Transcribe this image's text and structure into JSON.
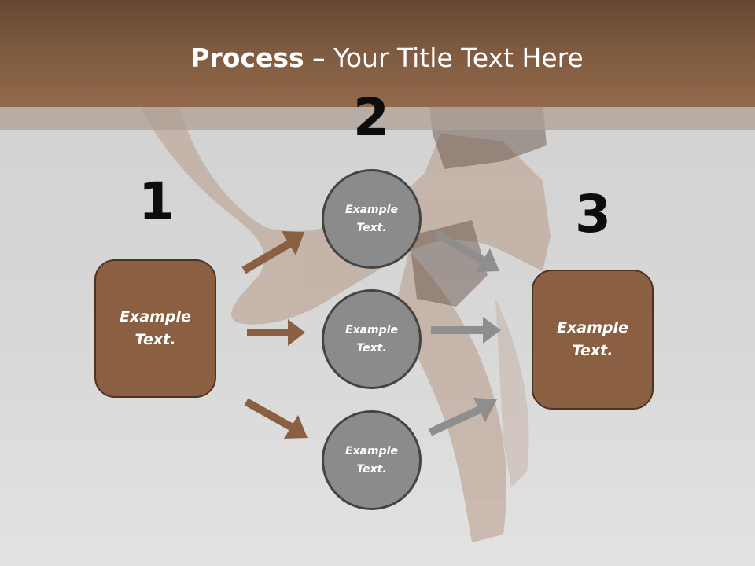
{
  "header": {
    "title_bold": "Process",
    "title_rest": " – Your Title Text Here"
  },
  "steps": {
    "step1": {
      "number": "1",
      "text": "Example Text."
    },
    "step2": {
      "number": "2",
      "items": [
        {
          "text": "Example Text."
        },
        {
          "text": "Example Text."
        },
        {
          "text": "Example Text."
        }
      ]
    },
    "step3": {
      "number": "3",
      "text": "Example Text."
    }
  },
  "colors": {
    "brown_box": "#8a5f42",
    "brown_arrow": "#8a5f42",
    "gray_circle": "#8b8b8b",
    "gray_arrow": "#8e8e8e",
    "header": "#7d5a40"
  }
}
